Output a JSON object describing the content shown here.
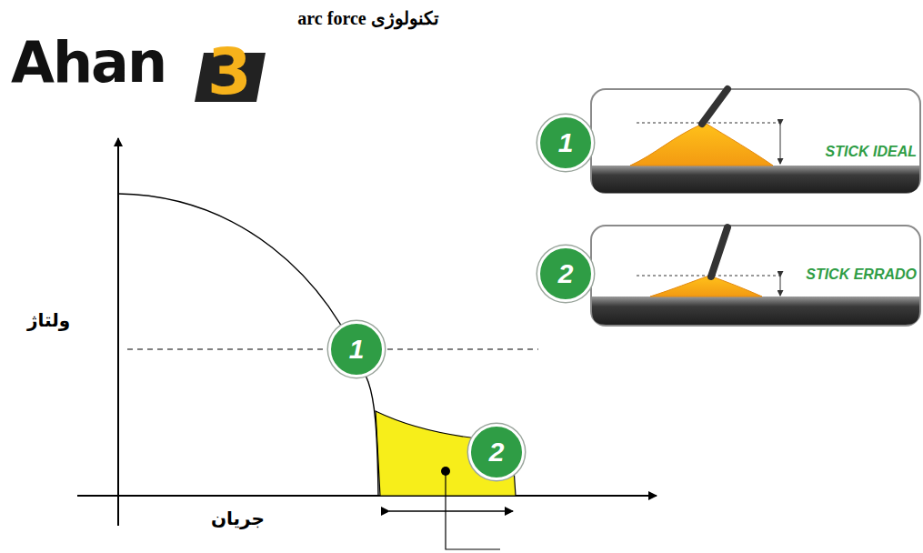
{
  "diagram": {
    "title": "تکنولوژی arc force",
    "nodes": [
      {
        "text": [
          "STICK IDEAL"
        ]
      },
      {
        "text": [
          "1"
        ]
      },
      {
        "text": [
          "STICK ERRADO"
        ]
      },
      {
        "text": [
          "2"
        ]
      },
      {
        "text": [
          "1"
        ]
      },
      {
        "text": [
          "2"
        ]
      }
    ],
    "labels": [
      "Ahan",
      "3",
      "ولتاژ",
      "جریان"
    ]
  }
}
